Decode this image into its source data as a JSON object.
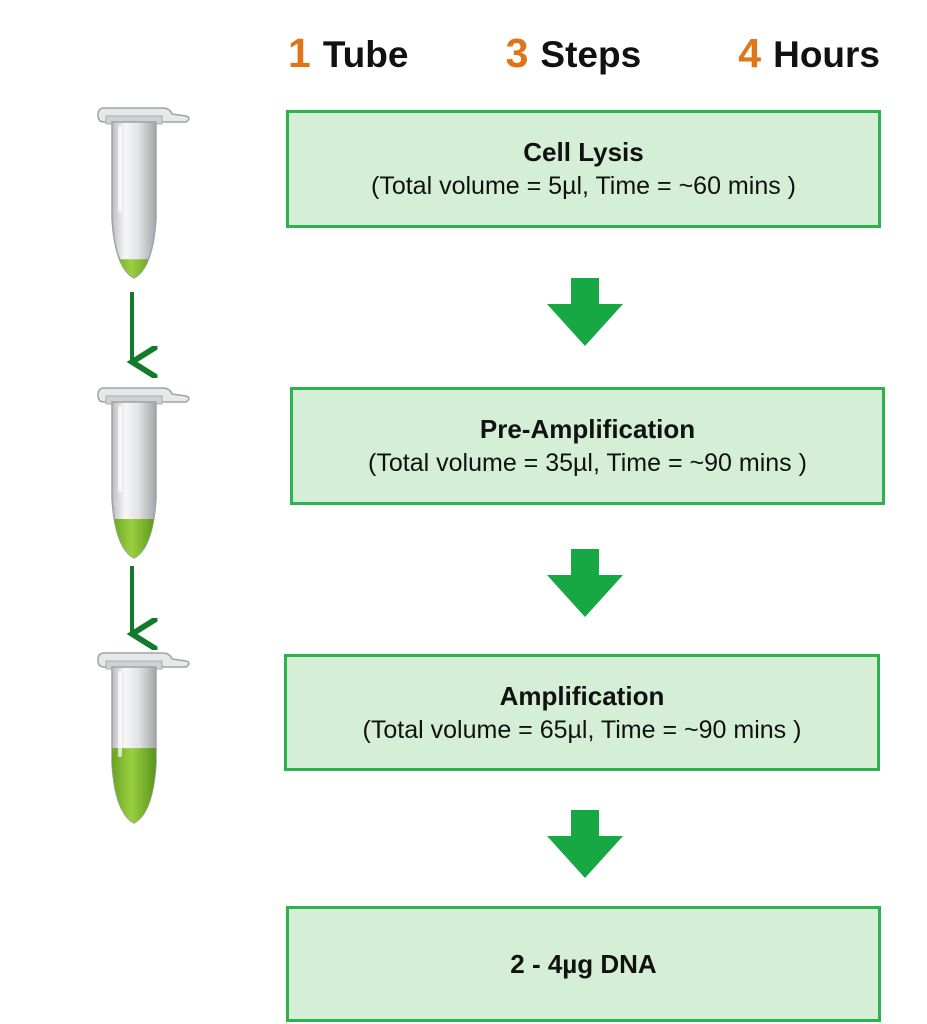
{
  "headline": [
    {
      "number": "1",
      "word": "Tube"
    },
    {
      "number": "3",
      "word": "Steps"
    },
    {
      "number": "4",
      "word": "Hours"
    }
  ],
  "steps": [
    {
      "title": "Cell Lysis",
      "detail": "(Total volume = 5µl, Time = ~60 mins )",
      "tube_fill": 0.12
    },
    {
      "title": "Pre-Amplification",
      "detail": "(Total volume = 35µl, Time = ~90 mins )",
      "tube_fill": 0.25
    },
    {
      "title": "Amplification",
      "detail": "(Total volume = 65µl, Time = ~90 mins )",
      "tube_fill": 0.48
    }
  ],
  "result": {
    "title": "2 - 4µg DNA"
  },
  "colors": {
    "accent_number": "#e07418",
    "box_fill": "#d4efd6",
    "box_border": "#2fb14d",
    "flow_arrow": "#18a843",
    "tube_arrow": "#127a2b",
    "liquid": "#7ab52a"
  }
}
